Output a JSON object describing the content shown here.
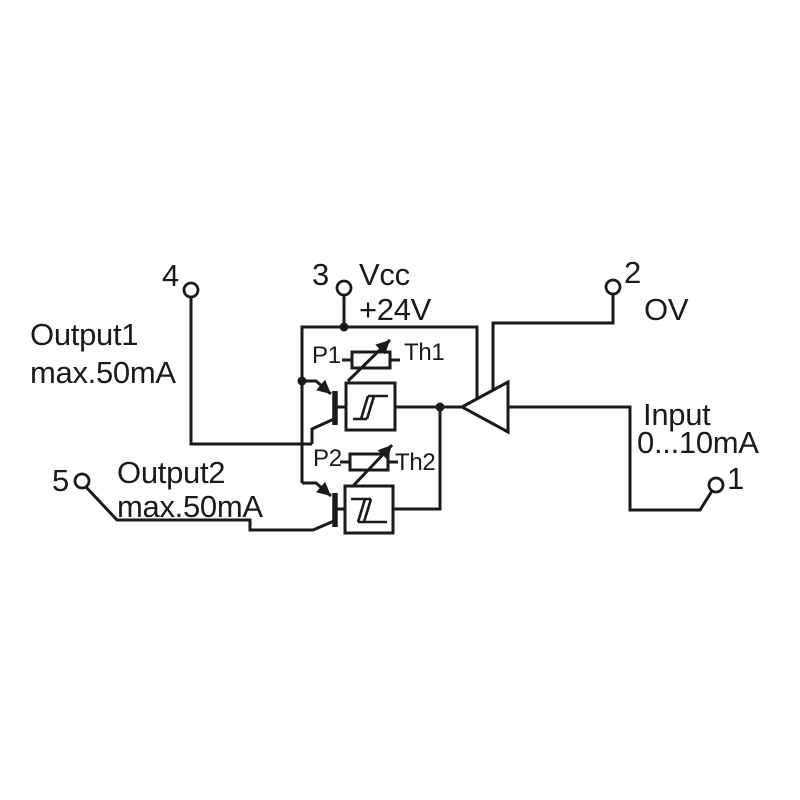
{
  "diagram": {
    "colors": {
      "line": "#1a1a1a",
      "background": "#ffffff"
    },
    "terminals": {
      "t1": {
        "number": "1"
      },
      "t2": {
        "number": "2"
      },
      "t3": {
        "number": "3"
      },
      "t4": {
        "number": "4"
      },
      "t5": {
        "number": "5"
      }
    },
    "labels": {
      "vcc": "Vcc",
      "vcc_value": "+24V",
      "zero_volt": "OV",
      "output1": "Output1",
      "output1_max": "max.50mA",
      "output2": "Output2",
      "output2_max": "max.50mA",
      "input": "Input",
      "input_range": "0...10mA",
      "p1": "P1",
      "th1": "Th1",
      "p2": "P2",
      "th2": "Th2"
    }
  }
}
